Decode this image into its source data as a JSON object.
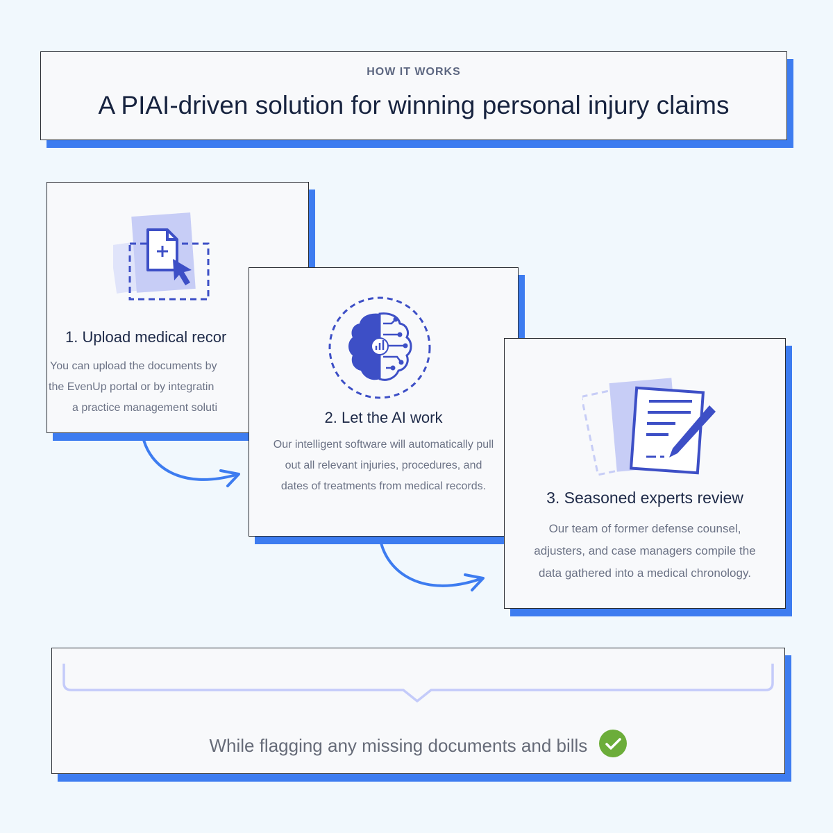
{
  "header": {
    "eyebrow": "HOW IT WORKS",
    "title": "A PIAI-driven solution for winning personal injury claims"
  },
  "steps": [
    {
      "title": "1. Upload medical recor",
      "icon": "upload-document-icon",
      "lines": [
        "You can upload the documents by",
        "the EvenUp portal or by integratin",
        "a practice management soluti"
      ]
    },
    {
      "title": "2. Let the AI work",
      "icon": "ai-brain-icon",
      "description": "Our intelligent software will automatically pull out all relevant injuries, procedures, and dates of treatments from medical records."
    },
    {
      "title": "3. Seasoned experts review",
      "icon": "document-review-icon",
      "description": "Our team of former defense counsel, adjusters, and case managers compile the data gathered into a medical chronology."
    }
  ],
  "footer": {
    "text": "While flagging any missing documents and bills",
    "icon": "check-circle-icon"
  },
  "colors": {
    "accent": "#3d7cf0",
    "icon_dark": "#3d4fc6",
    "icon_light": "#c7cdf6",
    "check": "#6cad3a"
  }
}
